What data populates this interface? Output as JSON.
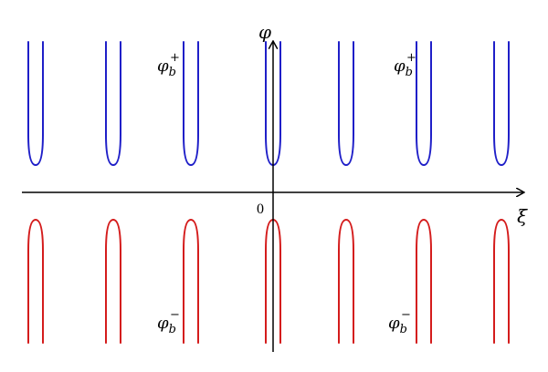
{
  "chart_data": {
    "type": "line",
    "title": "",
    "xlabel": "ξ",
    "ylabel": "φ",
    "origin_label": "0",
    "grid": false,
    "legend": "none",
    "period_x": 85,
    "centers_x": [
      -260,
      -175,
      -90,
      0,
      80,
      165,
      250
    ],
    "xlim": [
      -270,
      275
    ],
    "ylim": [
      -165,
      165
    ],
    "series": [
      {
        "name": "",
        "branch": "upper",
        "color": "#1f1fc8",
        "label_main": "φ",
        "label_sub": "b",
        "label_sup": "+",
        "vertex_y": 30,
        "top_y": 165,
        "half_width_top": 8
      },
      {
        "name": "",
        "branch": "lower",
        "color": "#d41c1c",
        "label_main": "φ",
        "label_sub": "b",
        "label_sup": "−",
        "vertex_y": -30,
        "bottom_y": -165,
        "half_width_bottom": 8
      }
    ]
  }
}
